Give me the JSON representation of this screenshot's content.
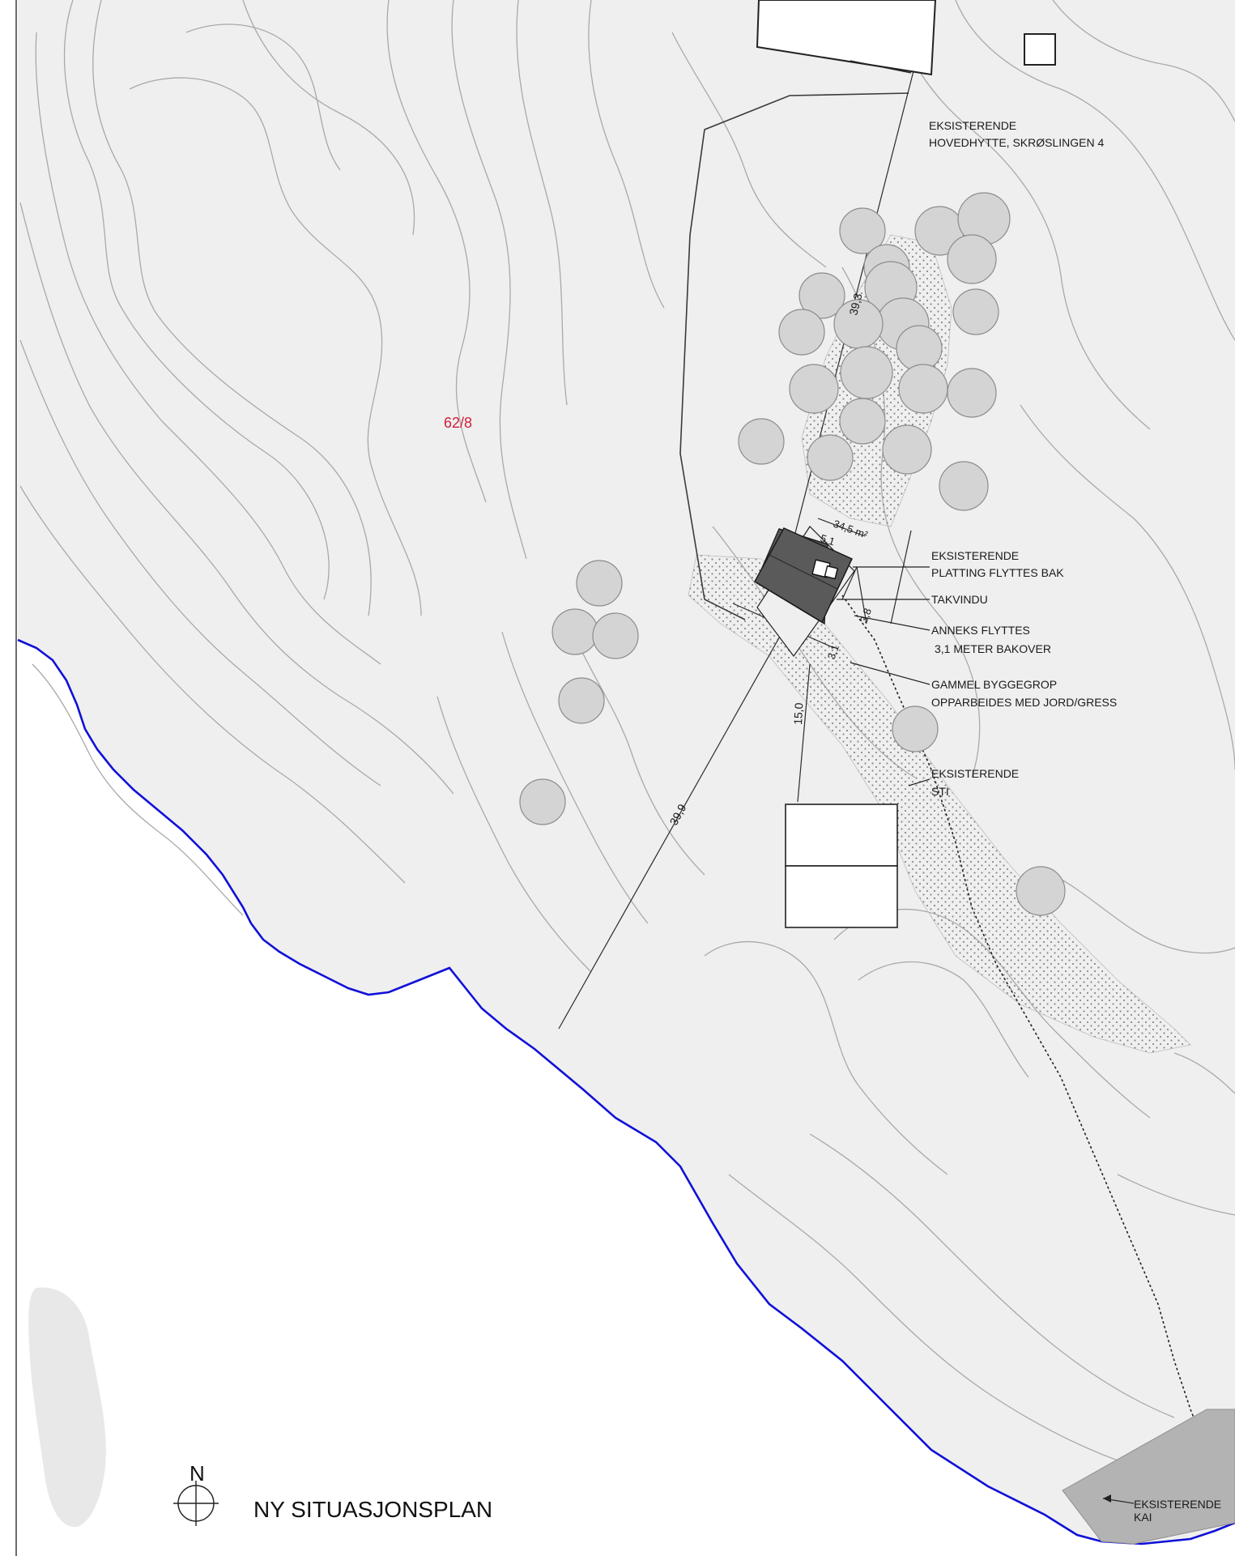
{
  "plot_label": "62/8",
  "labels": {
    "main_cabin": [
      "EKSISTERENDE",
      "HOVEDHYTTE, SKRØSLINGEN 4"
    ],
    "deck": [
      "EKSISTERENDE",
      "PLATTING FLYTTES BAK"
    ],
    "skylight": [
      "TAKVINDU"
    ],
    "annex": [
      "ANNEKS FLYTTES",
      "3,1 METER BAKOVER"
    ],
    "old_pit": [
      "GAMMEL BYGGEGROP",
      "OPPARBEIDES MED JORD/GRESS"
    ],
    "path": [
      "EKSISTERENDE",
      "STI"
    ],
    "quay": [
      "EKSISTERENDE",
      "KAI"
    ]
  },
  "dimensions": {
    "d1": "39,3",
    "d2": "34,5 m²",
    "d3": "5,1",
    "d4": "3,8",
    "d5": "3,1",
    "d6": "15,0",
    "d7": "39,9"
  },
  "north_label": "N",
  "title": "NY SITUASJONSPLAN",
  "colors": {
    "terrain": "#efefef",
    "contour": "#a9a9a9",
    "shoreline": "#1010d8",
    "annex_roof": "#5a5a5a",
    "quay": "#b3b3b3",
    "plot_label": "#d0203a"
  }
}
